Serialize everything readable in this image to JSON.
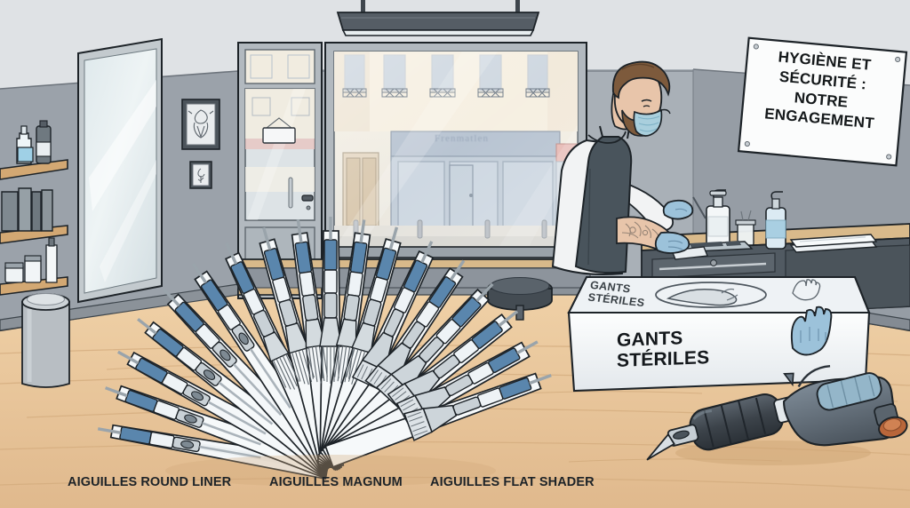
{
  "scene": {
    "title": "Tattoo studio hygiene and safety illustration",
    "setting": "tattoo shop interior with street-facing window"
  },
  "wall_sign": {
    "text": "HYGIÈNE ET\nSÉCURITÉ :\nNOTRE\nENGAGEMENT"
  },
  "glove_box": {
    "front_text": "GANTS\nSTÉRILES",
    "top_text": "GANTS\nSTÉRILES"
  },
  "needle_labels": {
    "round_liner": "AIGUILLES ROUND LINER",
    "magnum": "AIGUILLES MAGNUM",
    "flat_shader": "AIGUILLES FLAT SHADER"
  },
  "storefront": {
    "sign_text": "Frenmatlen"
  },
  "palette": {
    "wall": "#a9b0b7",
    "wall_dark": "#8d949c",
    "ceiling": "#dfe2e5",
    "floor_wood": "#e9c79b",
    "floor_wood_dark": "#d8b184",
    "counter_dark": "#4e565e",
    "counter_wood": "#d8b98a",
    "apron": "#49545c",
    "shirt": "#f2f3f4",
    "glove_blue": "#9cc2da",
    "mask_blue": "#a9cfdd",
    "hair_brown": "#7d5a3c",
    "needle_blue": "#5a86ad",
    "metal": "#c9d1d6",
    "paper_white": "#f4f7f9",
    "machine_dark": "#3d434a",
    "machine_body": "#6d7a86",
    "copper": "#b9663a",
    "outline": "#1d2328",
    "sign_white": "#fbfcfc"
  },
  "objects": {
    "shelf_items": [
      "spray-bottle",
      "tall-bottle",
      "books",
      "jar",
      "jar",
      "pump-bottle"
    ],
    "wall_art": [
      "framed-tattoo-flash-large",
      "framed-tattoo-flash-small"
    ],
    "counter_items": [
      "sanitizer-pump-bottle",
      "instrument-jar",
      "spray-bottle-blue",
      "metal-tray",
      "sterile-packets"
    ],
    "furniture": [
      "mirror-panel",
      "waste-bin",
      "round-stool",
      "window-bench",
      "pendant-light",
      "drawer-cabinet"
    ],
    "tools": [
      "tattoo-machine",
      "needle-fan"
    ]
  },
  "artist": {
    "description": "tattooed tattoo artist wearing surgical mask, apron and nitrile gloves, disinfecting the work counter"
  }
}
